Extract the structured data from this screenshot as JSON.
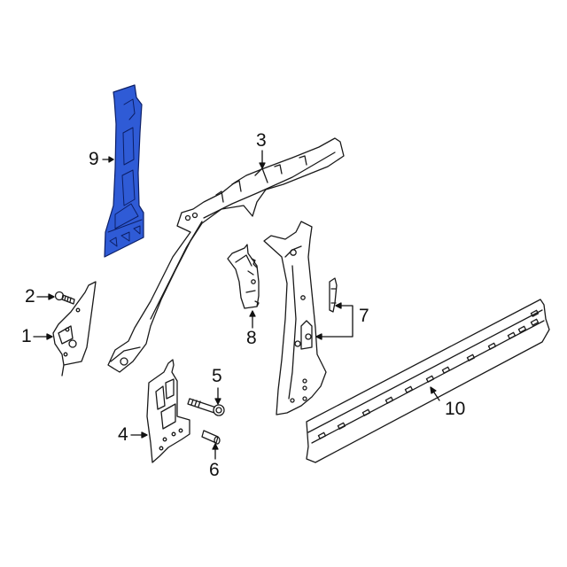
{
  "diagram": {
    "highlight_color": "#2f5bd6",
    "line_color": "#1a1a1a",
    "background": "#ffffff",
    "callouts": [
      {
        "id": "1",
        "label": "1",
        "part": "a-pillar-lower-bracket"
      },
      {
        "id": "2",
        "label": "2",
        "part": "bolt"
      },
      {
        "id": "3",
        "label": "3",
        "part": "roof-side-rail-a-pillar"
      },
      {
        "id": "4",
        "label": "4",
        "part": "lower-reinforcement-panel"
      },
      {
        "id": "5",
        "label": "5",
        "part": "flange-bolt"
      },
      {
        "id": "6",
        "label": "6",
        "part": "stud-spacer"
      },
      {
        "id": "7",
        "label": "7",
        "part": "b-pillar-brackets"
      },
      {
        "id": "8",
        "label": "8",
        "part": "b-pillar-upper-reinforcement"
      },
      {
        "id": "9",
        "label": "9",
        "part": "b-pillar-inner-panel-highlighted"
      },
      {
        "id": "10",
        "label": "10",
        "part": "rocker-panel"
      }
    ]
  }
}
